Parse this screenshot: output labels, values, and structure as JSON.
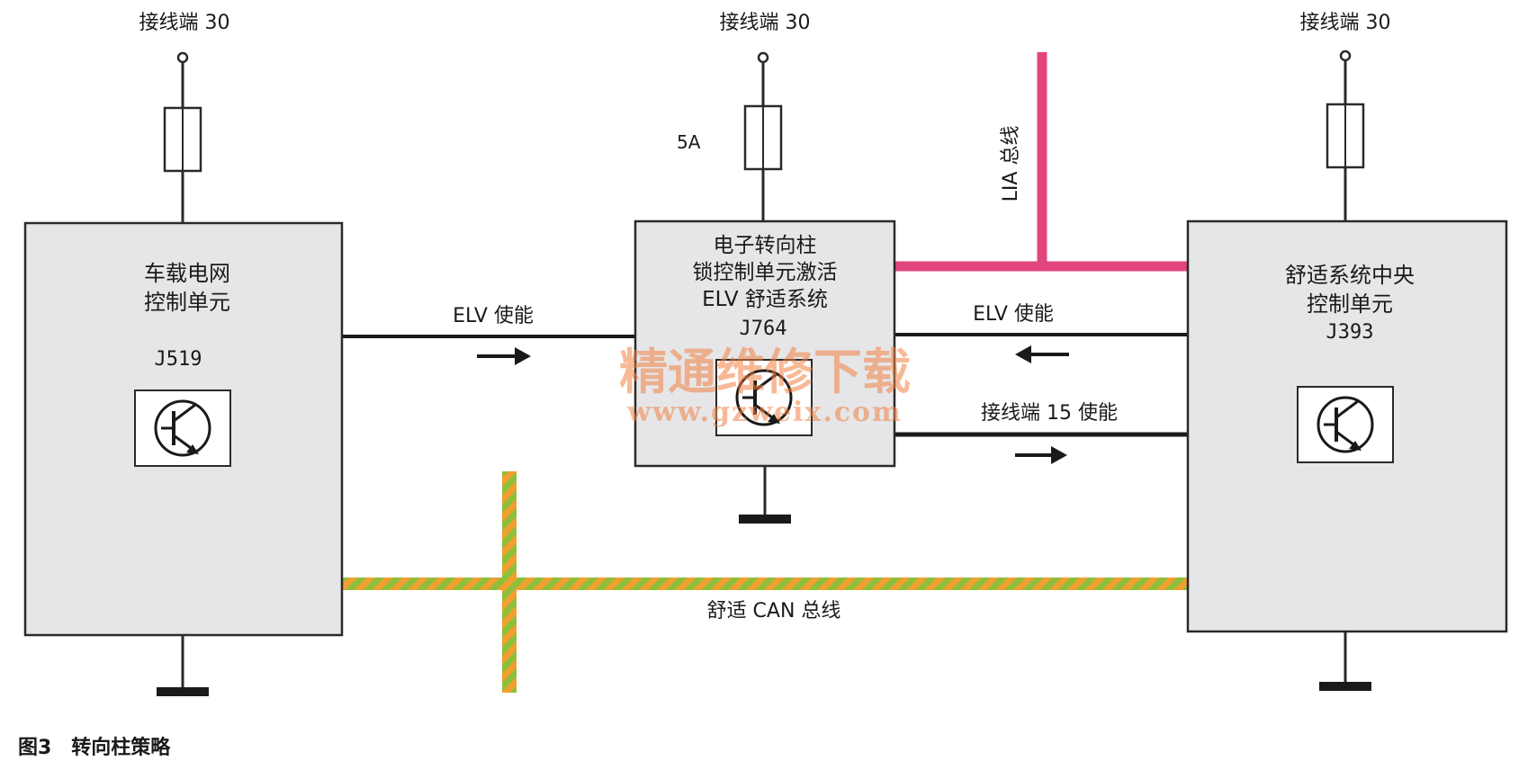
{
  "terminals": {
    "left": "接线端 30",
    "middle": "接线端 30",
    "right": "接线端 30"
  },
  "fuse_label_middle": "5A",
  "lia_bus_label": "LIA 总线",
  "modules": {
    "j519": {
      "line1": "车载电网",
      "line2": "控制单元",
      "code": "J519"
    },
    "j764": {
      "line1": "电子转向柱",
      "line2": "锁控制单元激活",
      "line3": "ELV 舒适系统",
      "code": "J764"
    },
    "j393": {
      "line1": "舒适系统中央",
      "line2": "控制单元",
      "code": "J393"
    }
  },
  "signals": {
    "elv_enable_left": "ELV 使能",
    "elv_enable_right": "ELV 使能",
    "terminal15_enable": "接线端 15 使能"
  },
  "can_bus_label": "舒适 CAN 总线",
  "watermark": {
    "line1": "精通维修下载",
    "line2": "www.gzweix.com"
  },
  "caption": "图3　转向柱策略",
  "colors": {
    "box_fill": "#e6e6e8",
    "lia_bus": "#e0457e",
    "can_green": "#8fbf3a",
    "can_orange": "#f0a030",
    "watermark": "#f08040"
  },
  "icons": [
    "transistor-icon",
    "ground-icon",
    "terminal-icon",
    "fuse-icon",
    "arrow-right-icon",
    "arrow-left-icon"
  ]
}
